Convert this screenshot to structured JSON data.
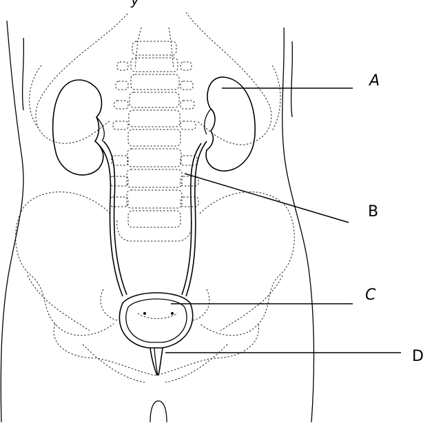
{
  "header": {
    "cropped_text": "y"
  },
  "labels": {
    "a": "A",
    "b": "B",
    "c": "C",
    "d": "D"
  }
}
